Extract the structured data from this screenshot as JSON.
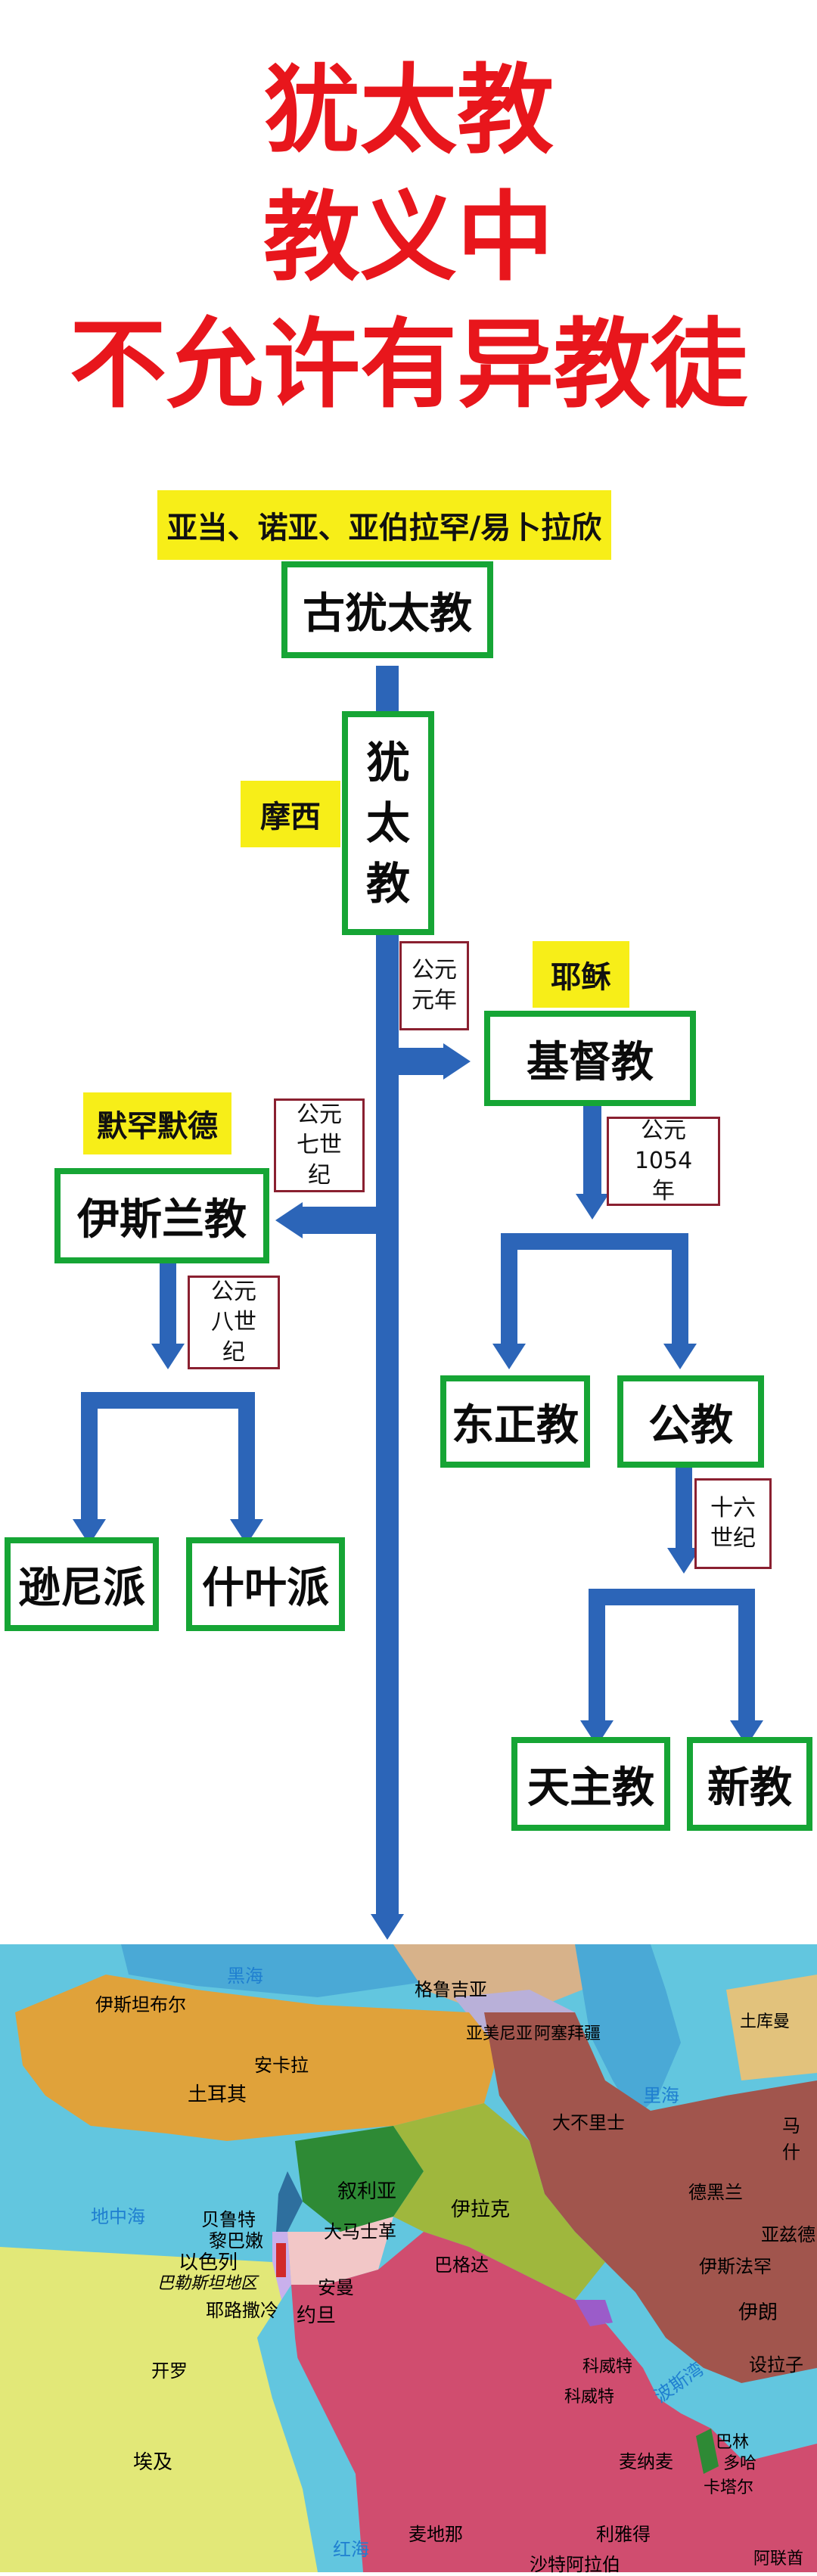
{
  "title": {
    "line1": "犹太教",
    "line2": "教义中",
    "line3": "不允许有异教徒"
  },
  "tree": {
    "origin_label": "亚当、诺亚、亚伯拉罕/易卜拉欣",
    "ancient_judaism": "古犹太教",
    "moses": "摩西",
    "judaism_chars": [
      "犹",
      "太",
      "教"
    ],
    "jesus": "耶稣",
    "date_ad1": "公元元年",
    "christianity": "基督教",
    "date_1054": "公元1054年",
    "orthodox": "东正教",
    "catholic": "公教",
    "date_16c": "十六世纪",
    "roman_catholic": "天主教",
    "protestant": "新教",
    "muhammad": "默罕默德",
    "date_7c": "公元七世纪",
    "islam": "伊斯兰教",
    "date_8c": "公元八世纪",
    "sunni": "逊尼派",
    "shia": "什叶派"
  },
  "colors": {
    "title_red": "#e8161c",
    "connector_blue": "#2c65b8",
    "box_green": "#16a535",
    "label_yellow": "#f7ee18",
    "date_border": "#8a2030"
  },
  "map": {
    "seas": {
      "black_sea": "黑海",
      "mediterranean": "地中海",
      "caspian": "里海",
      "red_sea": "红海",
      "gulf": "波斯湾"
    },
    "cities": {
      "istanbul": "伊斯坦布尔",
      "ankara": "安卡拉",
      "beirut": "贝鲁特",
      "damascus": "大马士革",
      "jerusalem": "耶路撒冷",
      "amman": "安曼",
      "cairo": "开罗",
      "baghdad": "巴格达",
      "tehran": "德黑兰",
      "tabriz": "大不里士",
      "isfahan": "伊斯法罕",
      "kuwait_city": "科威特",
      "manama": "麦纳麦",
      "doha": "多哈",
      "riyadh": "利雅得"
    },
    "countries": {
      "georgia": "格鲁吉亚",
      "armenia": "亚美尼亚",
      "azerbaijan": "阿塞拜疆",
      "turkey": "土耳其",
      "syria": "叙利亚",
      "lebanon": "黎巴嫩",
      "israel": "以色列",
      "palestine": "巴勒斯坦地区",
      "iraq": "伊拉克",
      "iran": "伊朗",
      "jordan": "约旦",
      "egypt": "埃及",
      "kuwait": "科威特",
      "saudi": "沙特阿拉伯",
      "bahrain": "巴林",
      "qatar": "卡塔尔",
      "uae": "阿联酋",
      "turkmenistan": "土库曼",
      "mashhad": "马什",
      "yazd": "亚兹德",
      "shiraz": "设拉子",
      "medina": "麦地那"
    }
  }
}
